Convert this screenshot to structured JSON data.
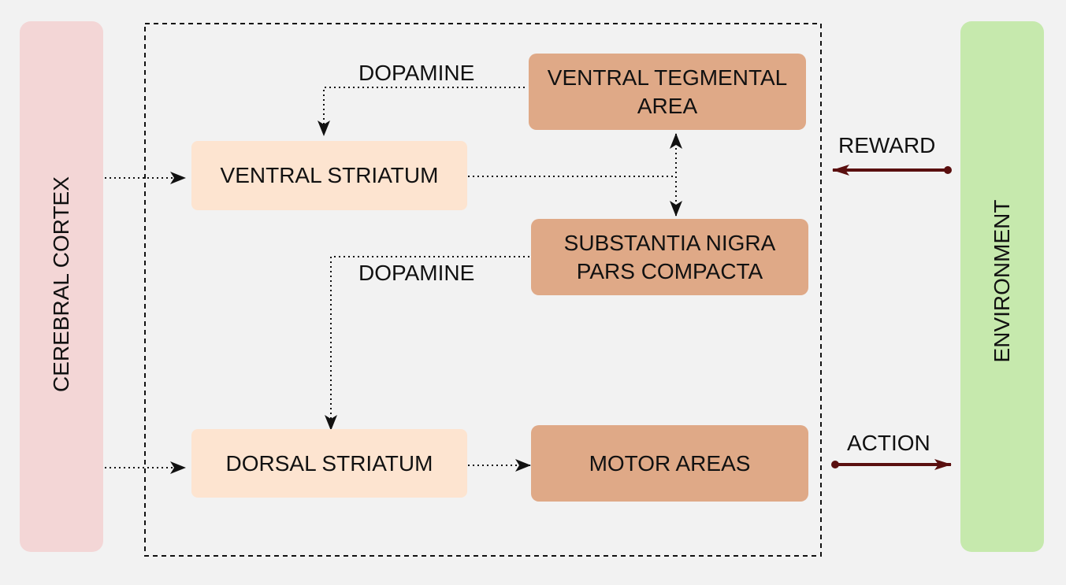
{
  "cortex": {
    "label": "CEREBRAL CORTEX",
    "color": "#f3d6d6"
  },
  "environment": {
    "label": "ENVIRONMENT",
    "color": "#c6e9ad"
  },
  "nodes": {
    "vta": {
      "line1": "VENTRAL TEGMENTAL",
      "line2": "AREA"
    },
    "ventral_striatum": {
      "label": "VENTRAL STRIATUM"
    },
    "snpc": {
      "line1": "SUBSTANTIA NIGRA",
      "line2": "PARS COMPACTA"
    },
    "dorsal_striatum": {
      "label": "DORSAL STRIATUM"
    },
    "motor": {
      "label": "MOTOR AREAS"
    }
  },
  "edge_labels": {
    "dopamine_top": "DOPAMINE",
    "dopamine_bottom": "DOPAMINE",
    "reward": "REWARD",
    "action": "ACTION"
  },
  "colors": {
    "light_node": "#fde4d0",
    "dark_node": "#dfa987",
    "signal_arrow": "#5a0f0f"
  }
}
